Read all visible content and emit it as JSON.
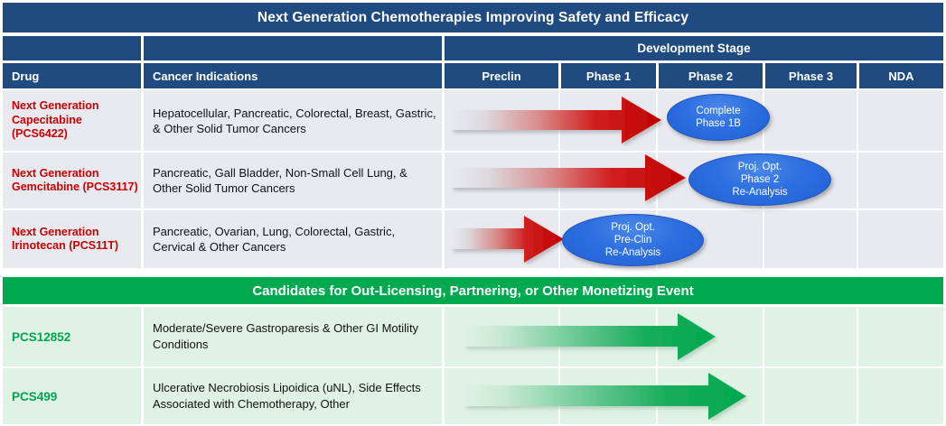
{
  "header": {
    "title": "Next Generation Chemotherapies Improving Safety and Efficacy",
    "development_stage_label": "Development Stage",
    "col_drug": "Drug",
    "col_indications": "Cancer Indications",
    "stages": [
      "Preclin",
      "Phase 1",
      "Phase 2",
      "Phase 3",
      "NDA"
    ]
  },
  "colors": {
    "navy": "#1f4b80",
    "green": "#00a94f",
    "drug_red": "#cc0000",
    "drug_green": "#00a550",
    "row_bg": "#e8eaf0",
    "green_row_bg": "#e0f2e4",
    "arrow_red": "#cc0000",
    "arrow_green": "#00a94f",
    "bubble_blue": "#2d6fe0"
  },
  "rows": [
    {
      "drug": "Next Generation Capecitabine (PCS6422)",
      "indications": "Hepatocellular, Pancreatic, Colorectal, Breast, Gastric, & Other Solid Tumor Cancers",
      "arrow_color": "red",
      "bubble": "Complete\nPhase 1B"
    },
    {
      "drug": "Next Generation Gemcitabine (PCS3117)",
      "indications": "Pancreatic, Gall Bladder, Non-Small Cell Lung, & Other Solid Tumor Cancers",
      "arrow_color": "red",
      "bubble": "Proj. Opt.\nPhase 2\nRe-Analysis"
    },
    {
      "drug": "Next Generation Irinotecan (PCS11T)",
      "indications": "Pancreatic, Ovarian, Lung, Colorectal, Gastric, Cervical & Other Cancers",
      "arrow_color": "red",
      "bubble": "Proj. Opt.\nPre-Clin\nRe-Analysis"
    }
  ],
  "green_section": {
    "banner": "Candidates for Out-Licensing, Partnering, or Other Monetizing Event",
    "rows": [
      {
        "drug": "PCS12852",
        "indications": "Moderate/Severe Gastroparesis & Other GI Motility Conditions",
        "arrow_color": "green"
      },
      {
        "drug": "PCS499",
        "indications": "Ulcerative Necrobiosis Lipoidica (uNL),  Side Effects Associated with Chemotherapy, Other",
        "arrow_color": "green"
      }
    ]
  },
  "chart_data": {
    "type": "table",
    "title": "Next Generation Chemotherapies Improving Safety and Efficacy",
    "categories": [
      "Preclin",
      "Phase 1",
      "Phase 2",
      "Phase 3",
      "NDA"
    ],
    "series": [
      {
        "name": "Next Generation Capecitabine (PCS6422)",
        "progress_stage": "Phase 2",
        "progress_fraction": 0.46,
        "annotation": "Complete Phase 1B",
        "color": "#cc0000"
      },
      {
        "name": "Next Generation Gemcitabine (PCS3117)",
        "progress_stage": "Phase 2",
        "progress_fraction": 0.48,
        "annotation": "Proj. Opt. Phase 2 Re-Analysis",
        "color": "#cc0000"
      },
      {
        "name": "Next Generation Irinotecan (PCS11T)",
        "progress_stage": "Phase 1",
        "progress_fraction": 0.23,
        "annotation": "Proj. Opt. Pre-Clin Re-Analysis",
        "color": "#cc0000"
      },
      {
        "name": "PCS12852",
        "progress_stage": "Phase 2",
        "progress_fraction": 0.54,
        "annotation": "",
        "color": "#00a94f"
      },
      {
        "name": "PCS499",
        "progress_stage": "Phase 2",
        "progress_fraction": 0.6,
        "annotation": "",
        "color": "#00a94f"
      }
    ],
    "xlabel": "Development Stage",
    "ylabel": "",
    "grid": true,
    "legend": "none"
  }
}
